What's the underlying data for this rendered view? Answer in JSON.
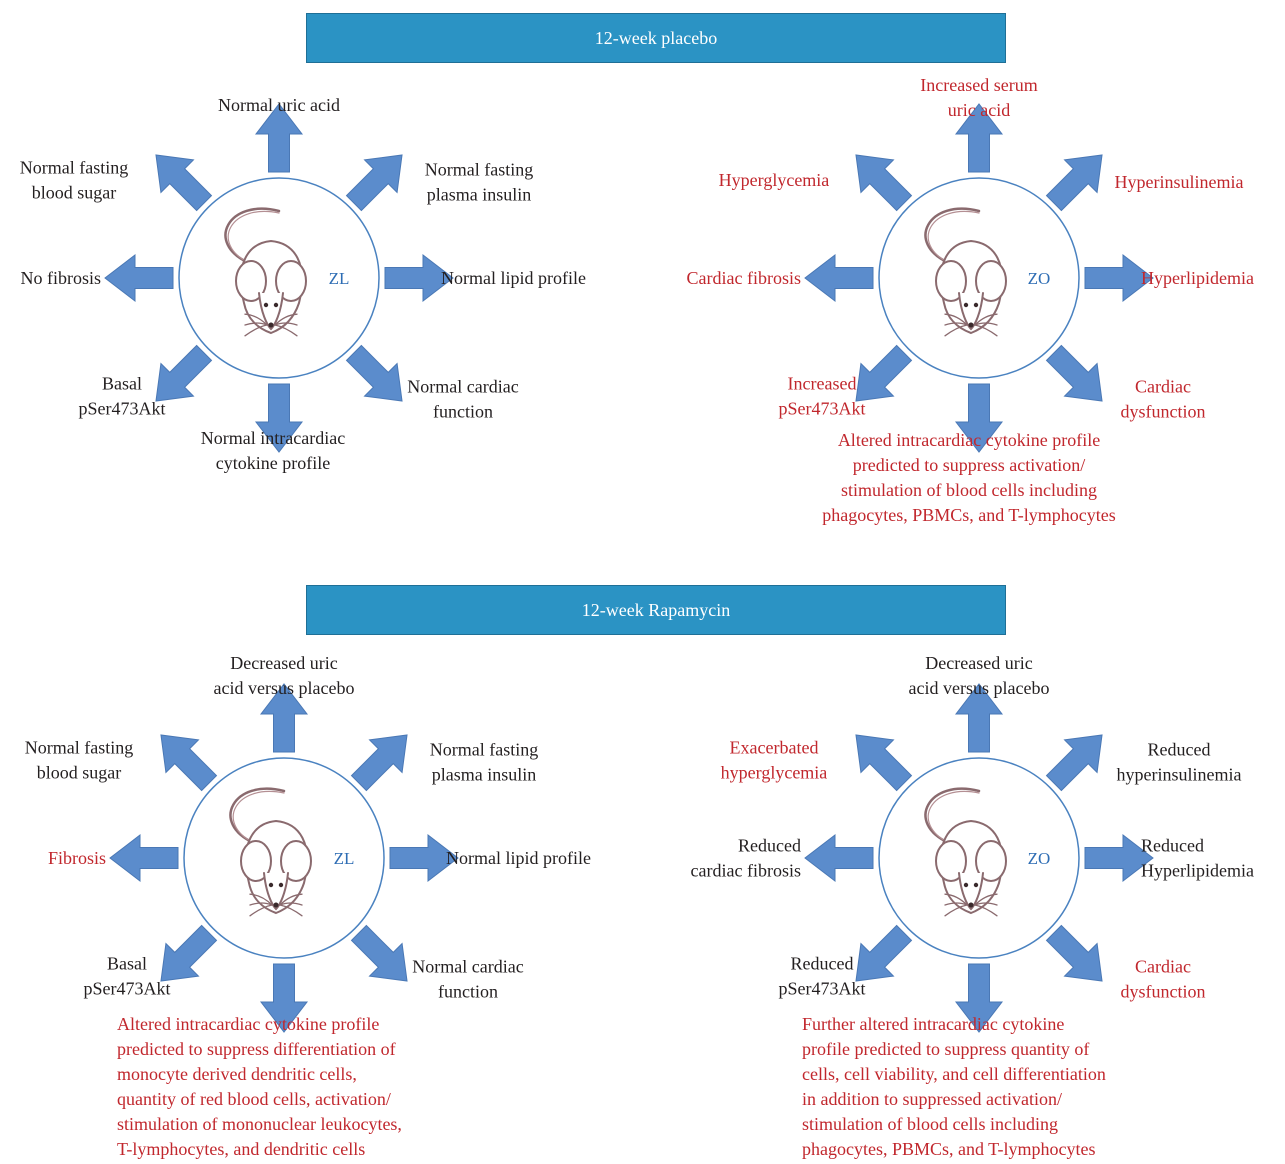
{
  "colors": {
    "banner": "#2b93c4",
    "arrow": "#5b8ccc",
    "normal_text": "#231f20",
    "altered_text": "#c1272d",
    "group_label": "#2e6db4",
    "circle": "#4a82c0"
  },
  "top_banner": "12-week placebo",
  "bottom_banner": "12-week Rapamycin",
  "panels": [
    {
      "id": "placebo-zl",
      "group": "ZL",
      "up": {
        "lines": [
          "Normal uric acid"
        ],
        "altered": false
      },
      "upper_left": {
        "lines": [
          "Normal fasting",
          "blood sugar"
        ],
        "altered": false
      },
      "upper_right": {
        "lines": [
          "Normal fasting",
          "plasma insulin"
        ],
        "altered": false
      },
      "left": {
        "lines": [
          "No fibrosis"
        ],
        "altered": false
      },
      "right": {
        "lines": [
          "Normal lipid profile"
        ],
        "altered": false
      },
      "lower_left": {
        "lines": [
          "Basal",
          "pSer473Akt"
        ],
        "altered": false
      },
      "lower_right": {
        "lines": [
          "Normal cardiac",
          "function"
        ],
        "altered": false
      },
      "down": {
        "lines": [
          "Normal intracardiac",
          "cytokine profile"
        ],
        "altered": false
      }
    },
    {
      "id": "placebo-zo",
      "group": "ZO",
      "up": {
        "lines": [
          "Increased serum",
          "uric acid"
        ],
        "altered": true
      },
      "upper_left": {
        "lines": [
          "Hyperglycemia"
        ],
        "altered": true
      },
      "upper_right": {
        "lines": [
          "Hyperinsulinemia"
        ],
        "altered": true
      },
      "left": {
        "lines": [
          "Cardiac fibrosis"
        ],
        "altered": true
      },
      "right": {
        "lines": [
          "Hyperlipidemia"
        ],
        "altered": true
      },
      "lower_left": {
        "lines": [
          "Increased",
          "pSer473Akt"
        ],
        "altered": true
      },
      "lower_right": {
        "lines": [
          "Cardiac",
          "dysfunction"
        ],
        "altered": true
      },
      "down": {
        "lines": [
          "Altered intracardiac cytokine profile",
          "predicted to suppress activation/",
          "stimulation of blood cells including",
          "phagocytes, PBMCs, and T-lymphocytes"
        ],
        "altered": true
      }
    },
    {
      "id": "rapamycin-zl",
      "group": "ZL",
      "up": {
        "lines": [
          "Decreased uric",
          "acid versus placebo"
        ],
        "altered": false
      },
      "upper_left": {
        "lines": [
          "Normal fasting",
          "blood sugar"
        ],
        "altered": false
      },
      "upper_right": {
        "lines": [
          "Normal fasting",
          "plasma insulin"
        ],
        "altered": false
      },
      "left": {
        "lines": [
          "Fibrosis"
        ],
        "altered": true
      },
      "right": {
        "lines": [
          "Normal lipid profile"
        ],
        "altered": false
      },
      "lower_left": {
        "lines": [
          "Basal",
          "pSer473Akt"
        ],
        "altered": false
      },
      "lower_right": {
        "lines": [
          "Normal cardiac",
          "function"
        ],
        "altered": false
      },
      "down": {
        "lines": [
          "Altered intracardiac cytokine profile",
          "predicted to suppress differentiation of",
          "monocyte derived dendritic cells,",
          "quantity of red blood cells, activation/",
          "stimulation of mononuclear leukocytes,",
          "T-lymphocytes, and dendritic cells"
        ],
        "altered": true
      }
    },
    {
      "id": "rapamycin-zo",
      "group": "ZO",
      "up": {
        "lines": [
          "Decreased uric",
          "acid versus placebo"
        ],
        "altered": false
      },
      "upper_left": {
        "lines": [
          "Exacerbated",
          "hyperglycemia"
        ],
        "altered": true
      },
      "upper_right": {
        "lines": [
          "Reduced",
          "hyperinsulinemia"
        ],
        "altered": false
      },
      "left": {
        "lines": [
          "Reduced",
          "cardiac fibrosis"
        ],
        "altered": false
      },
      "right": {
        "lines": [
          "Reduced",
          "Hyperlipidemia"
        ],
        "altered": false
      },
      "lower_left": {
        "lines": [
          "Reduced",
          "pSer473Akt"
        ],
        "altered": false
      },
      "lower_right": {
        "lines": [
          "Cardiac",
          "dysfunction"
        ],
        "altered": true
      },
      "down": {
        "lines": [
          "Further altered intracardiac cytokine",
          "profile predicted to suppress quantity of",
          "cells, cell viability, and cell differentiation",
          "in addition to suppressed activation/",
          "stimulation of blood cells including",
          "phagocytes, PBMCs, and T-lymphocytes"
        ],
        "altered": true
      }
    }
  ]
}
